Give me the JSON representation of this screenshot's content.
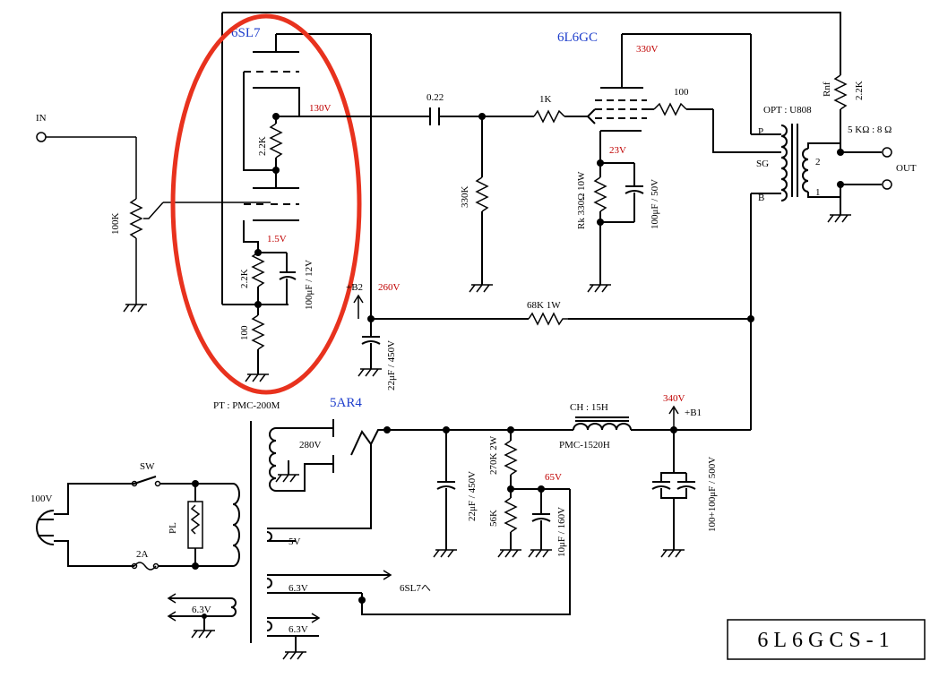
{
  "title": "6L6GCS-1",
  "colors": {
    "tube_label": "#1f3fcc",
    "voltage": "#c00000",
    "highlight": "#e8321e"
  },
  "tubes": {
    "v1": "6SL7",
    "v2": "6L6GC",
    "rect": "5AR4"
  },
  "labels": {
    "in": "IN",
    "out": "OUT",
    "pot": "100K",
    "r_plate1": "2.2K",
    "r_cath1": "2.2K",
    "r_cath_gnd": "100",
    "c_cath1": "100μF / 12V",
    "v_130": "130V",
    "v_1_5": "1.5V",
    "v_260": "260V",
    "v_330": "330V",
    "v_23": "23V",
    "v_340": "340V",
    "v_65": "65V",
    "c_couple": "0.22",
    "r_grid": "330K",
    "r_stop": "1K",
    "r_sg": "100",
    "rk": "Rk 330Ω 10W",
    "ck": "100μF / 50V",
    "b2": "+B2",
    "c_b2": "22μF / 450V",
    "r_drop": "68K 1W",
    "opt": "OPT : U808",
    "p": "P",
    "sg": "SG",
    "b": "B",
    "rnf": "Rnf",
    "r_nf": "2.2K",
    "imp": "5 KΩ : 8 Ω",
    "t2": "2",
    "t1": "1",
    "pt": "PT : PMC-200M",
    "hv": "280V",
    "v5": "5V",
    "h1": "6.3V",
    "h2": "6.3V",
    "h3": "6.3V",
    "heater_note": "6SL7へ",
    "ch": "CH : 15H",
    "ch_model": "PMC-1520H",
    "b1": "+B1",
    "c_rect": "22μF / 450V",
    "r_div1": "270K 2W",
    "r_div2": "56K",
    "c_div": "10μF / 160V",
    "c_b1": "100+100μF / 500V",
    "ac": "100V",
    "sw": "SW",
    "fuse": "2A",
    "pl": "PL"
  }
}
